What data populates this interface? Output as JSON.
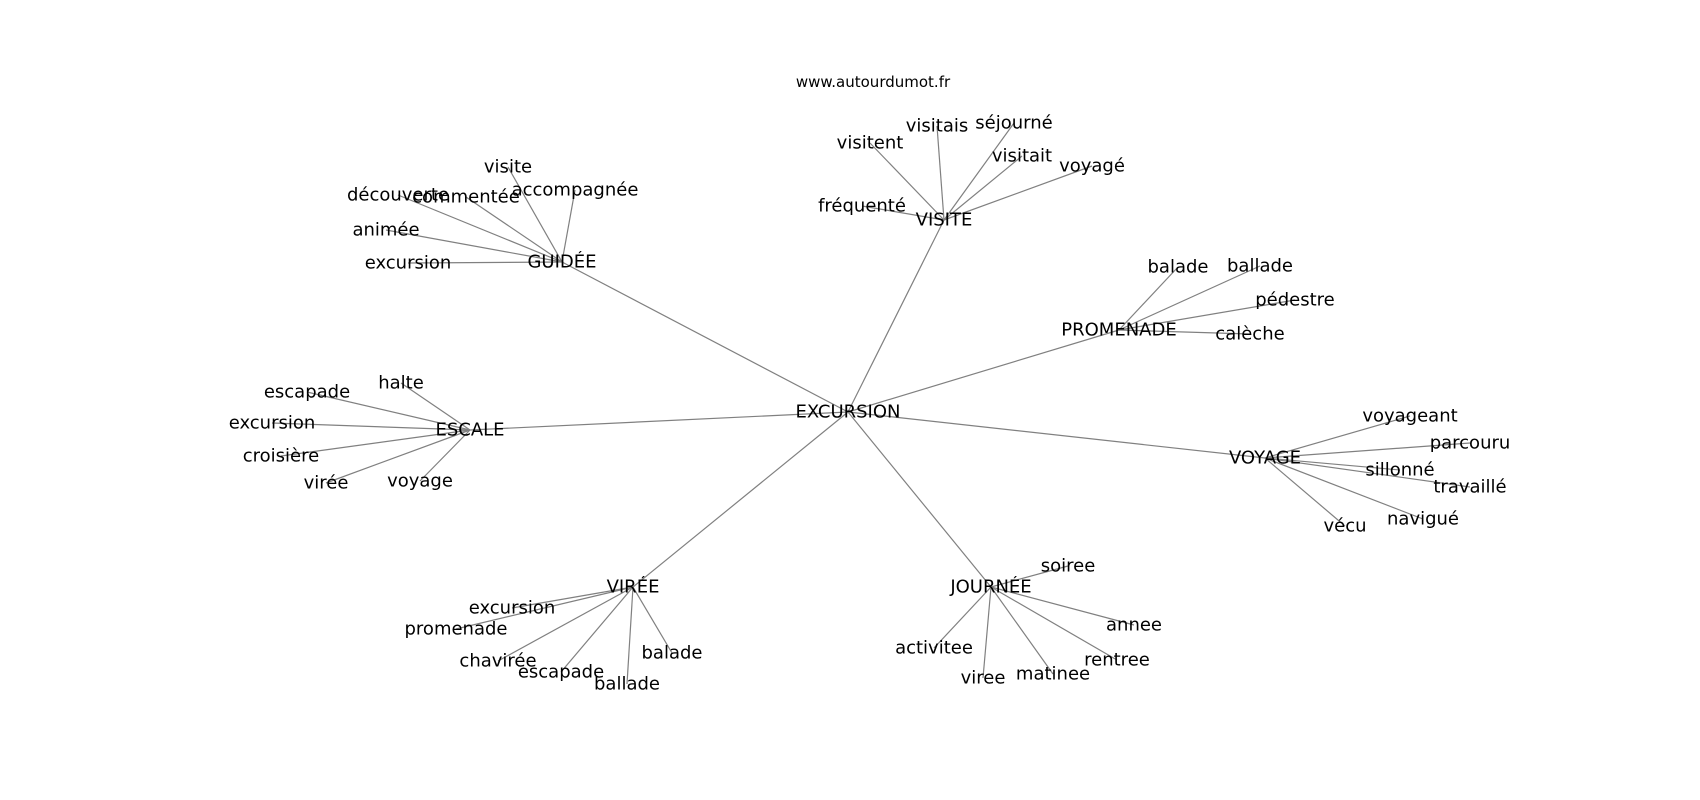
{
  "source_label": "www.autourdumot.fr",
  "center": "EXCURSION",
  "groups": [
    {
      "hub": "GUIDÉE",
      "words": [
        "visite",
        "accompagnée",
        "commentée",
        "découverte",
        "animée",
        "excursion"
      ]
    },
    {
      "hub": "VISITE",
      "words": [
        "visitais",
        "séjourné",
        "visitent",
        "visitait",
        "voyagé",
        "fréquenté"
      ]
    },
    {
      "hub": "PROMENADE",
      "words": [
        "balade",
        "ballade",
        "pédestre",
        "calèche"
      ]
    },
    {
      "hub": "ESCALE",
      "words": [
        "halte",
        "escapade",
        "excursion",
        "croisière",
        "virée",
        "voyage"
      ]
    },
    {
      "hub": "VOYAGE",
      "words": [
        "voyageant",
        "parcouru",
        "sillonné",
        "travaillé",
        "navigué",
        "vécu"
      ]
    },
    {
      "hub": "VIRÉE",
      "words": [
        "excursion",
        "promenade",
        "chavirée",
        "escapade",
        "ballade",
        "balade"
      ]
    },
    {
      "hub": "JOURNÉE",
      "words": [
        "soiree",
        "annee",
        "rentree",
        "matinee",
        "viree",
        "activitee"
      ]
    }
  ]
}
